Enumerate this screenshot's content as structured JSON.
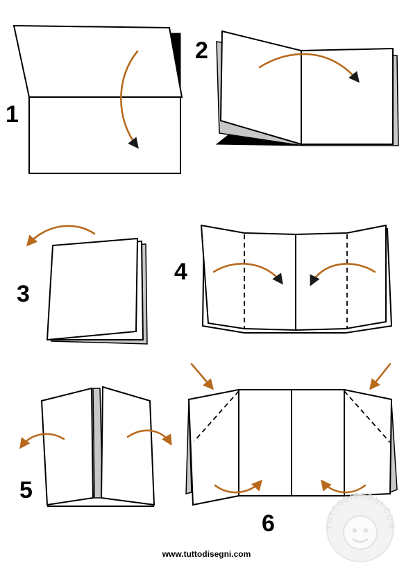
{
  "steps": [
    {
      "number": "1"
    },
    {
      "number": "2"
    },
    {
      "number": "3"
    },
    {
      "number": "4"
    },
    {
      "number": "5"
    },
    {
      "number": "6"
    }
  ],
  "colors": {
    "arrow": "#b8691c",
    "paper": "#ffffff",
    "shadow": "#c8c8c8",
    "outline": "#000000"
  },
  "watermark": {
    "text": "TUTTODISEGNI.COM"
  },
  "footer": {
    "url": "www.tuttodisegni.com"
  }
}
